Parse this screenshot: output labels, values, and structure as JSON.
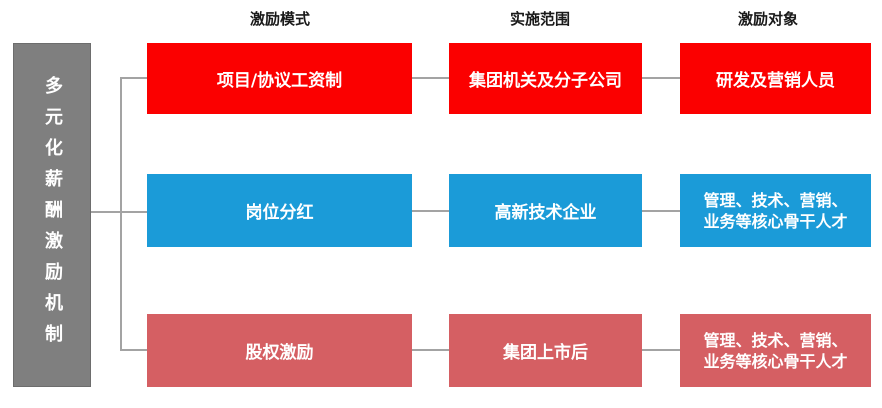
{
  "root_label": "多元化薪酬激励机制",
  "column_headers": [
    "激励模式",
    "实施范围",
    "激励对象"
  ],
  "rows": [
    {
      "mode": "项目/协议工资制",
      "scope": "集团机关及分子公司",
      "target": "研发及营销人员",
      "color": "#FB0000"
    },
    {
      "mode": "岗位分红",
      "scope": "高新技术企业",
      "target": "管理、技术、营销、\n业务等核心骨干人才",
      "color": "#1B9BD8"
    },
    {
      "mode": "股权激励",
      "scope": "集团上市后",
      "target": "管理、技术、营销、\n业务等核心骨干人才",
      "color": "#D55F63"
    }
  ],
  "colors": {
    "root_bar": "#7F7F7F",
    "connector": "#A3A3A3",
    "box_text": "#FFFFFF",
    "header_text": "#1A1A1A",
    "background": "#FFFFFF"
  }
}
